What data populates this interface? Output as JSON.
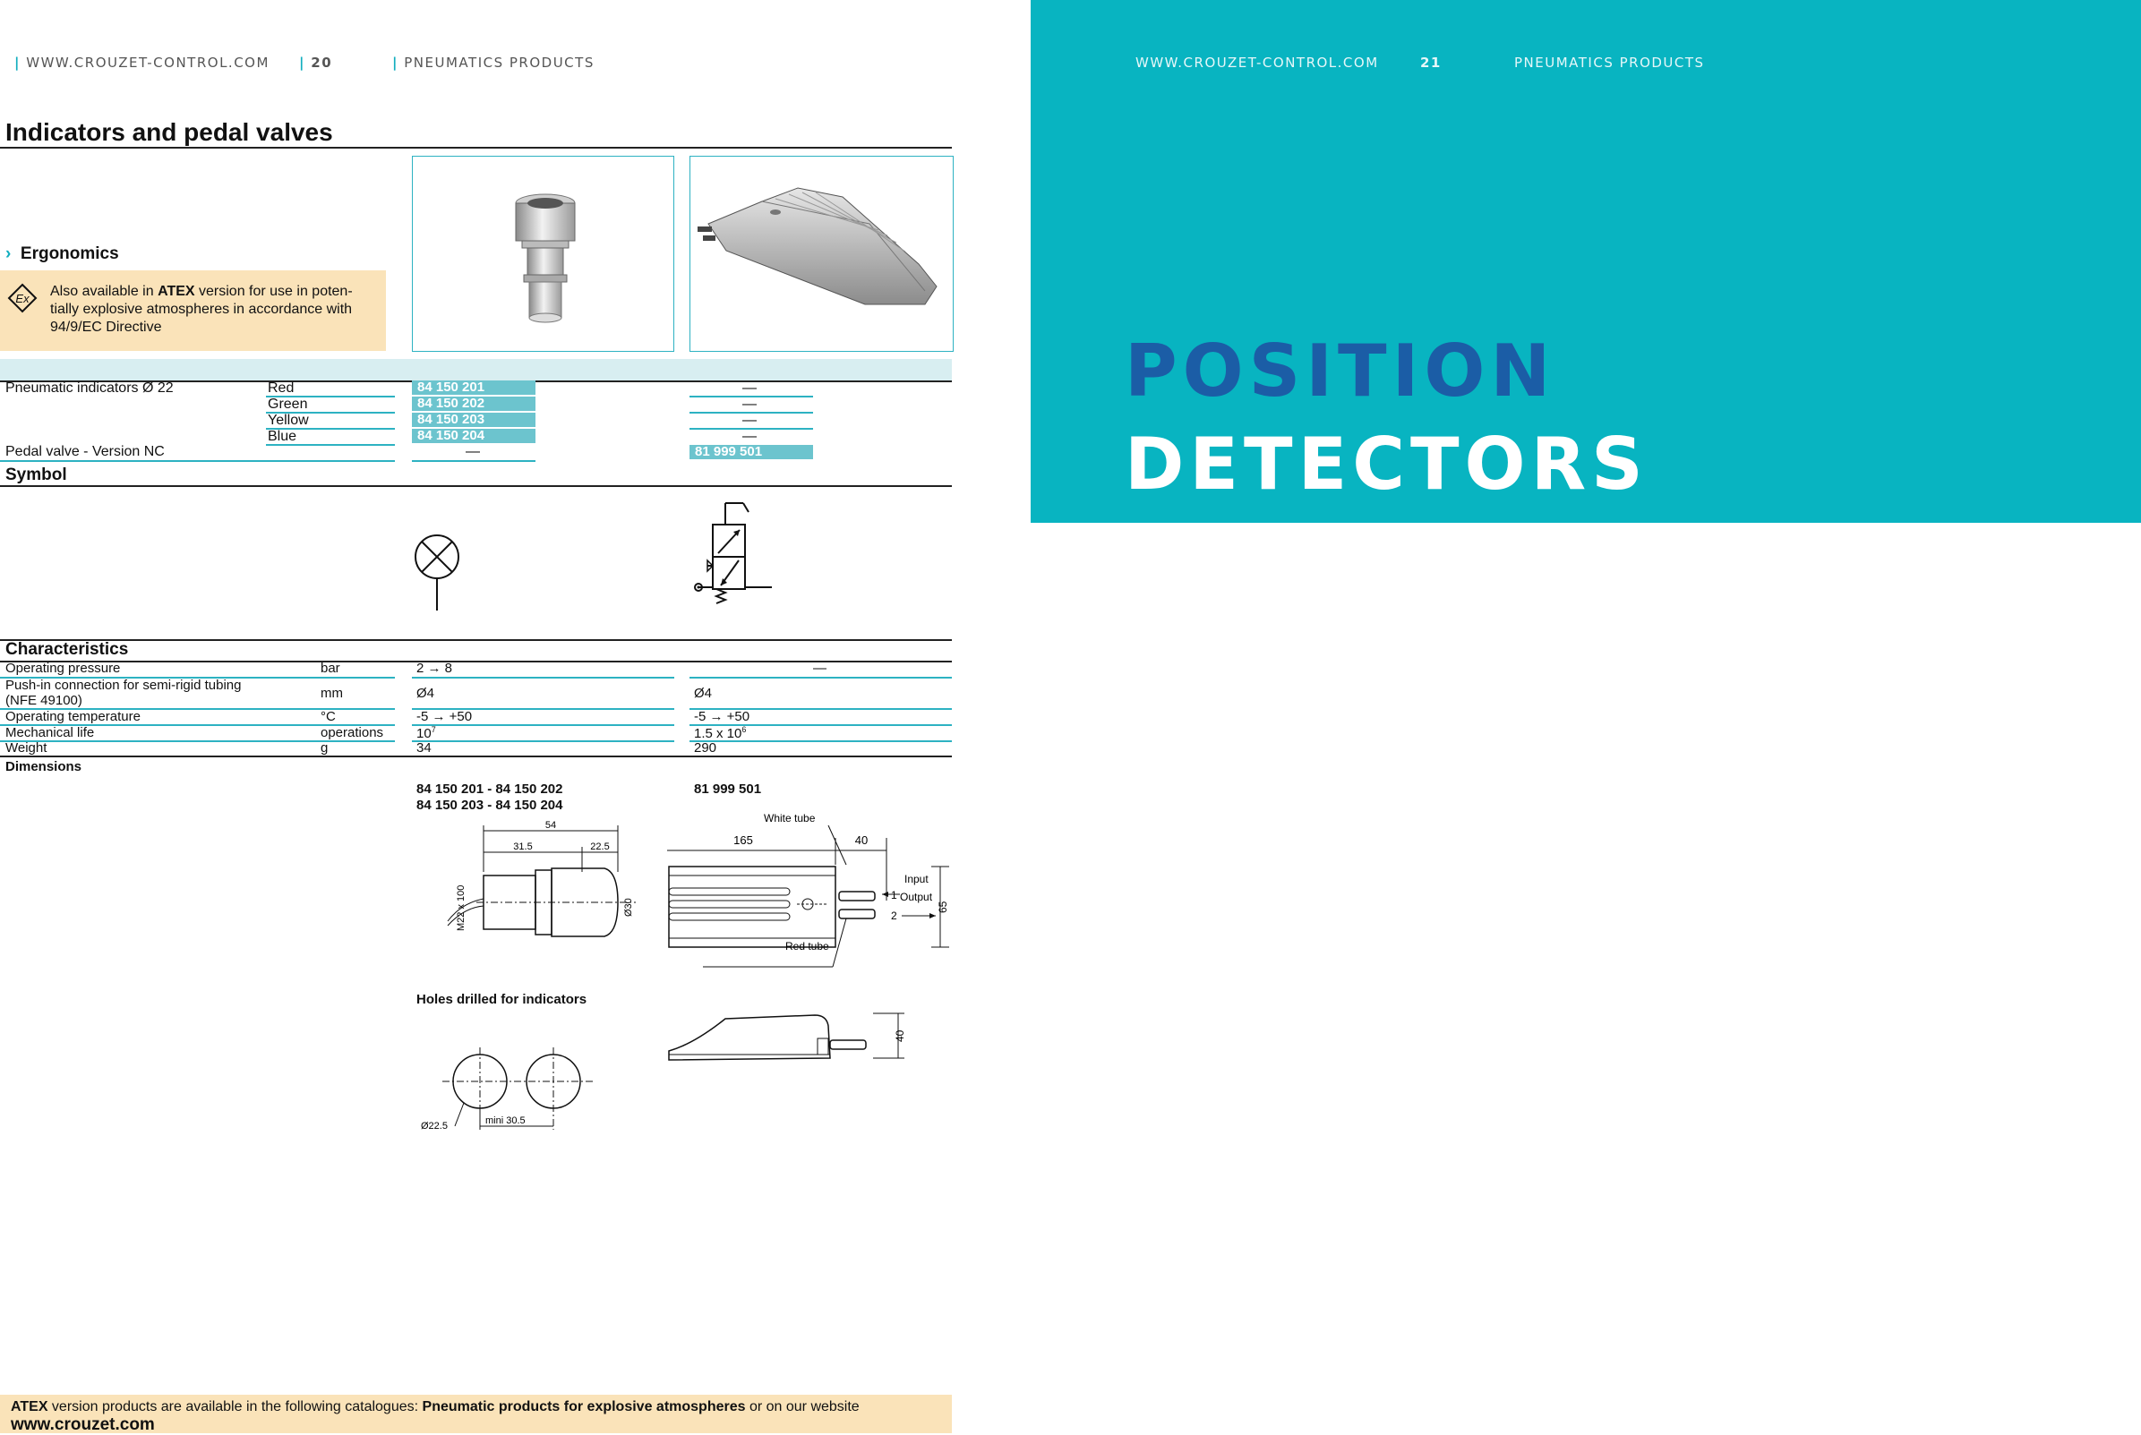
{
  "left_header": {
    "site": "WWW.CROUZET-CONTROL.COM",
    "page": "20",
    "section": "PNEUMATICS PRODUCTS"
  },
  "right_header": {
    "site": "WWW.CROUZET-CONTROL.COM",
    "page": "21",
    "section": "PNEUMATICS PRODUCTS"
  },
  "title": "Indicators and pedal valves",
  "ergonomics": {
    "arrow": "›",
    "label": "Ergonomics"
  },
  "atex_note": {
    "prefix": "Also available in ",
    "bold": "ATEX",
    "line1_rest": " version for use in poten-",
    "line2": "tially explosive atmospheres in accordance with",
    "line3": "94/9/EC Directive",
    "icon_label": "Ex"
  },
  "products": {
    "indicators_label": "Pneumatic indicators Ø 22",
    "colors": [
      "Red",
      "Green",
      "Yellow",
      "Blue"
    ],
    "indicator_codes": [
      "84 150 201",
      "84 150 202",
      "84 150 203",
      "84 150 204"
    ],
    "pedal_label": "Pedal valve - Version NC",
    "pedal_code": "81 999 501",
    "dash": "—"
  },
  "symbol_heading": "Symbol",
  "characteristics": {
    "heading": "Characteristics",
    "rows": [
      {
        "name": "Operating pressure",
        "unit": "bar",
        "v1": "2 → 8",
        "v2": "—"
      },
      {
        "name": "Push-in connection for semi-rigid tubing",
        "name2": "(NFE 49100)",
        "unit": "mm",
        "v1": "Ø4",
        "v2": "Ø4"
      },
      {
        "name": "Operating temperature",
        "unit": "°C",
        "v1": "-5 → +50",
        "v2": "-5 → +50"
      },
      {
        "name": "Mechanical life",
        "unit": "operations",
        "v1_base": "10",
        "v1_exp": "7",
        "v2_base": "1.5 x 10",
        "v2_exp": "6"
      },
      {
        "name": "Weight",
        "unit": "g",
        "v1": "34",
        "v2": "290"
      }
    ]
  },
  "dimensions": {
    "heading": "Dimensions",
    "ind_title1": "84 150 201 - 84 150 202",
    "ind_title2": "84 150 203 - 84 150 204",
    "pedal_title": "81 999 501",
    "holes_title": "Holes drilled for indicators",
    "ind_dims": {
      "total": "54",
      "d1": "31.5",
      "d2": "22.5",
      "thread": "M22 x 100",
      "dia": "Ø30"
    },
    "pedal_dims": {
      "white_tube": "White tube",
      "red_tube": "Red tube",
      "length": "165",
      "w40": "40",
      "input": "Input",
      "output": "Output",
      "p1": "1",
      "p2": "2",
      "h65": "65",
      "h40": "40"
    },
    "holes_dims": {
      "dia": "Ø22.5",
      "spacing": "mini 30.5"
    }
  },
  "footer": {
    "b1": "ATEX",
    "t1": " version products are available in the following catalogues: ",
    "b2": "Pneumatic products for explosive atmospheres",
    "t2": " or on our website",
    "url": "www.crouzet.com"
  },
  "cover": {
    "line1": "POSITION",
    "line2": "DETECTORS"
  },
  "colors": {
    "teal": "#08b4c1",
    "accent": "#13aebf",
    "code_bg": "#6cc4ce",
    "note_bg": "#fae3b9",
    "title_blue": "#1b5da6",
    "table_head": "#d8eef1"
  }
}
